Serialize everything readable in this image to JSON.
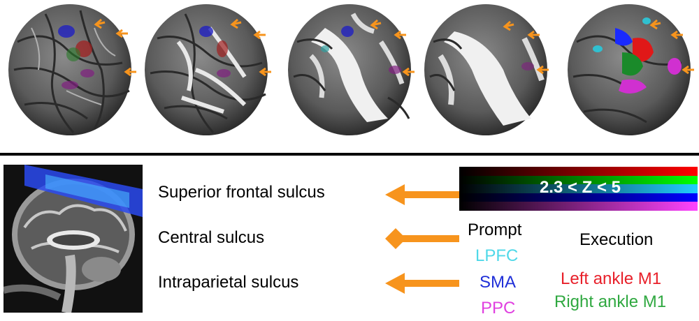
{
  "brain_panels": [
    {
      "name": "brain-panel-1"
    },
    {
      "name": "brain-panel-2"
    },
    {
      "name": "brain-panel-3"
    },
    {
      "name": "brain-panel-4"
    },
    {
      "name": "brain-panel-5"
    }
  ],
  "sulci": [
    {
      "label": "Superior frontal sulcus",
      "arrow": "arrow"
    },
    {
      "label": "Central sulcus",
      "arrow": "diamond"
    },
    {
      "label": "Intraparietal sulcus",
      "arrow": "arrow"
    }
  ],
  "colorbar": {
    "label": "2.3 < Z < 5",
    "colors": [
      "#ff0000",
      "#00ff00",
      "#22ccff",
      "#0000ff",
      "#ff44ff"
    ]
  },
  "legend": {
    "prompt_title": "Prompt",
    "prompt_items": [
      {
        "label": "LPFC",
        "color": "#4fd8e8"
      },
      {
        "label": "SMA",
        "color": "#1f2fd8"
      },
      {
        "label": "PPC",
        "color": "#e040e0"
      }
    ],
    "execution_title": "Execution",
    "execution_items": [
      {
        "label": "Left ankle M1",
        "color": "#e8202a"
      },
      {
        "label": "Right ankle M1",
        "color": "#2fa840"
      }
    ]
  },
  "accent_color": "#f7941d"
}
